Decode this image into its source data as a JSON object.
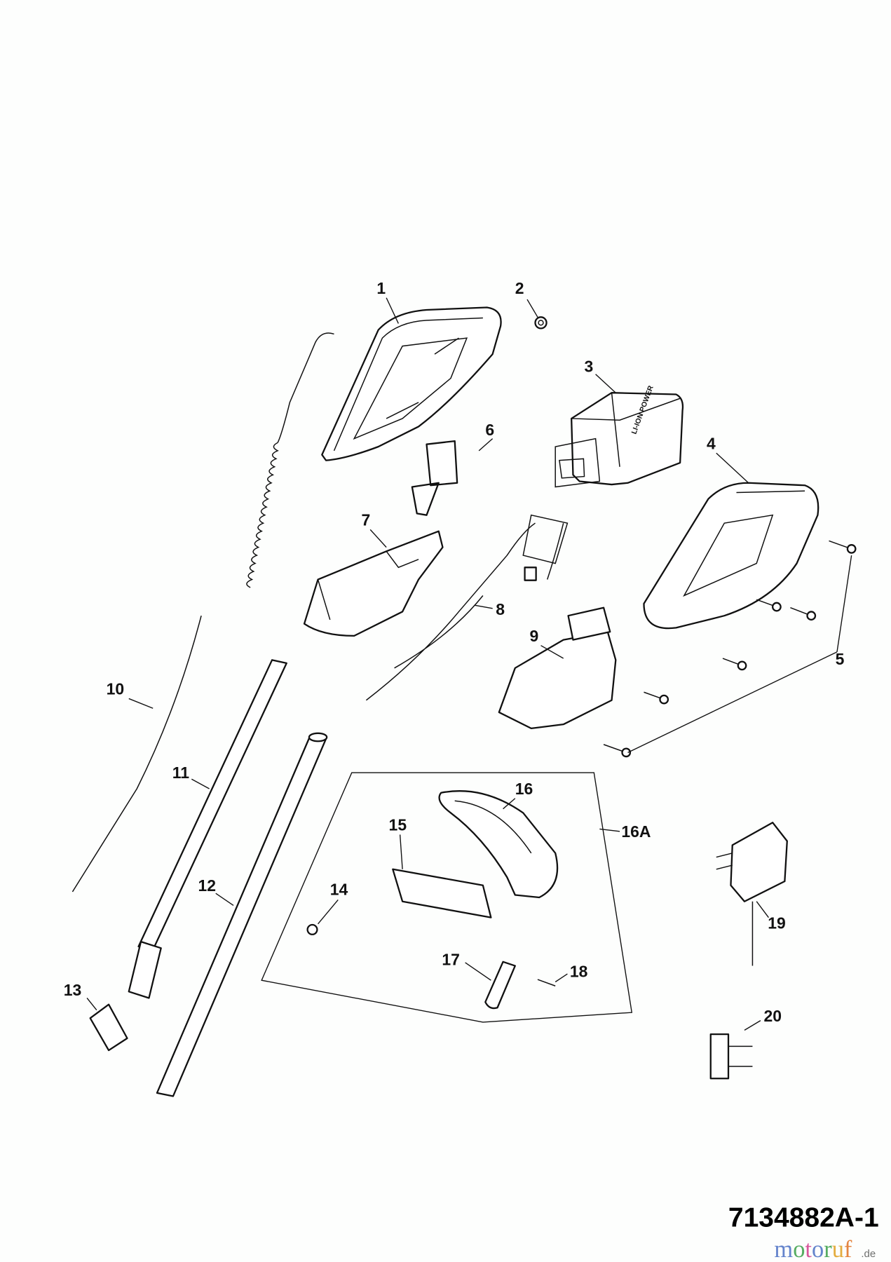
{
  "diagram": {
    "drawing_number": "7134882A-1",
    "watermark": "motoruf.de",
    "battery_marking": "LI-ION POWER",
    "callouts": [
      {
        "label": "1",
        "part": "housing-half-left"
      },
      {
        "label": "2",
        "part": "nut"
      },
      {
        "label": "3",
        "part": "battery-pack"
      },
      {
        "label": "4",
        "part": "housing-half-right"
      },
      {
        "label": "5",
        "part": "screws"
      },
      {
        "label": "6",
        "part": "switch"
      },
      {
        "label": "7",
        "part": "battery-holder"
      },
      {
        "label": "8",
        "part": "wiring-harness"
      },
      {
        "label": "9",
        "part": "trigger-cover"
      },
      {
        "label": "10",
        "part": "coiled-cable"
      },
      {
        "label": "11",
        "part": "upper-shaft"
      },
      {
        "label": "12",
        "part": "lower-shaft"
      },
      {
        "label": "13",
        "part": "locking-nut"
      },
      {
        "label": "14",
        "part": "small-nut"
      },
      {
        "label": "15",
        "part": "handle-clip"
      },
      {
        "label": "16",
        "part": "auxiliary-handle"
      },
      {
        "label": "16A",
        "part": "auxiliary-handle-kit"
      },
      {
        "label": "17",
        "part": "handle-lever"
      },
      {
        "label": "18",
        "part": "pin"
      },
      {
        "label": "19",
        "part": "charger"
      },
      {
        "label": "20",
        "part": "plug-adapter"
      }
    ]
  }
}
